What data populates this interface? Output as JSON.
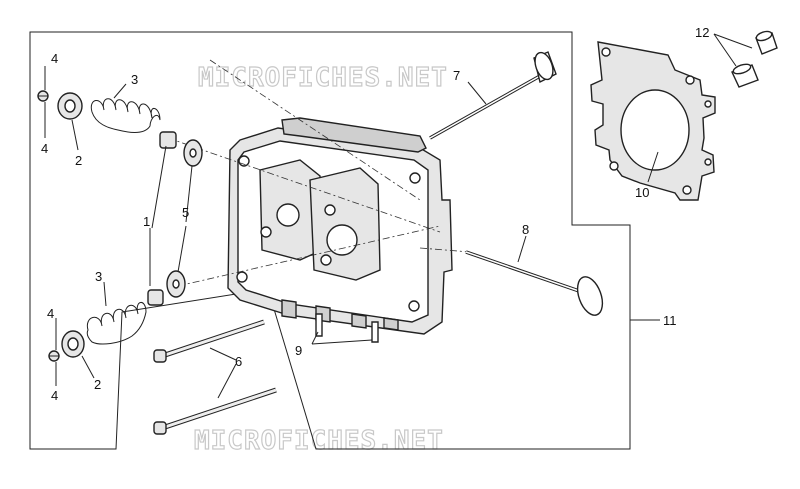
{
  "watermark": "MICROFICHES.NET",
  "callouts": [
    "4",
    "3",
    "2",
    "1",
    "5",
    "7",
    "12",
    "10",
    "8",
    "11",
    "9",
    "6"
  ]
}
